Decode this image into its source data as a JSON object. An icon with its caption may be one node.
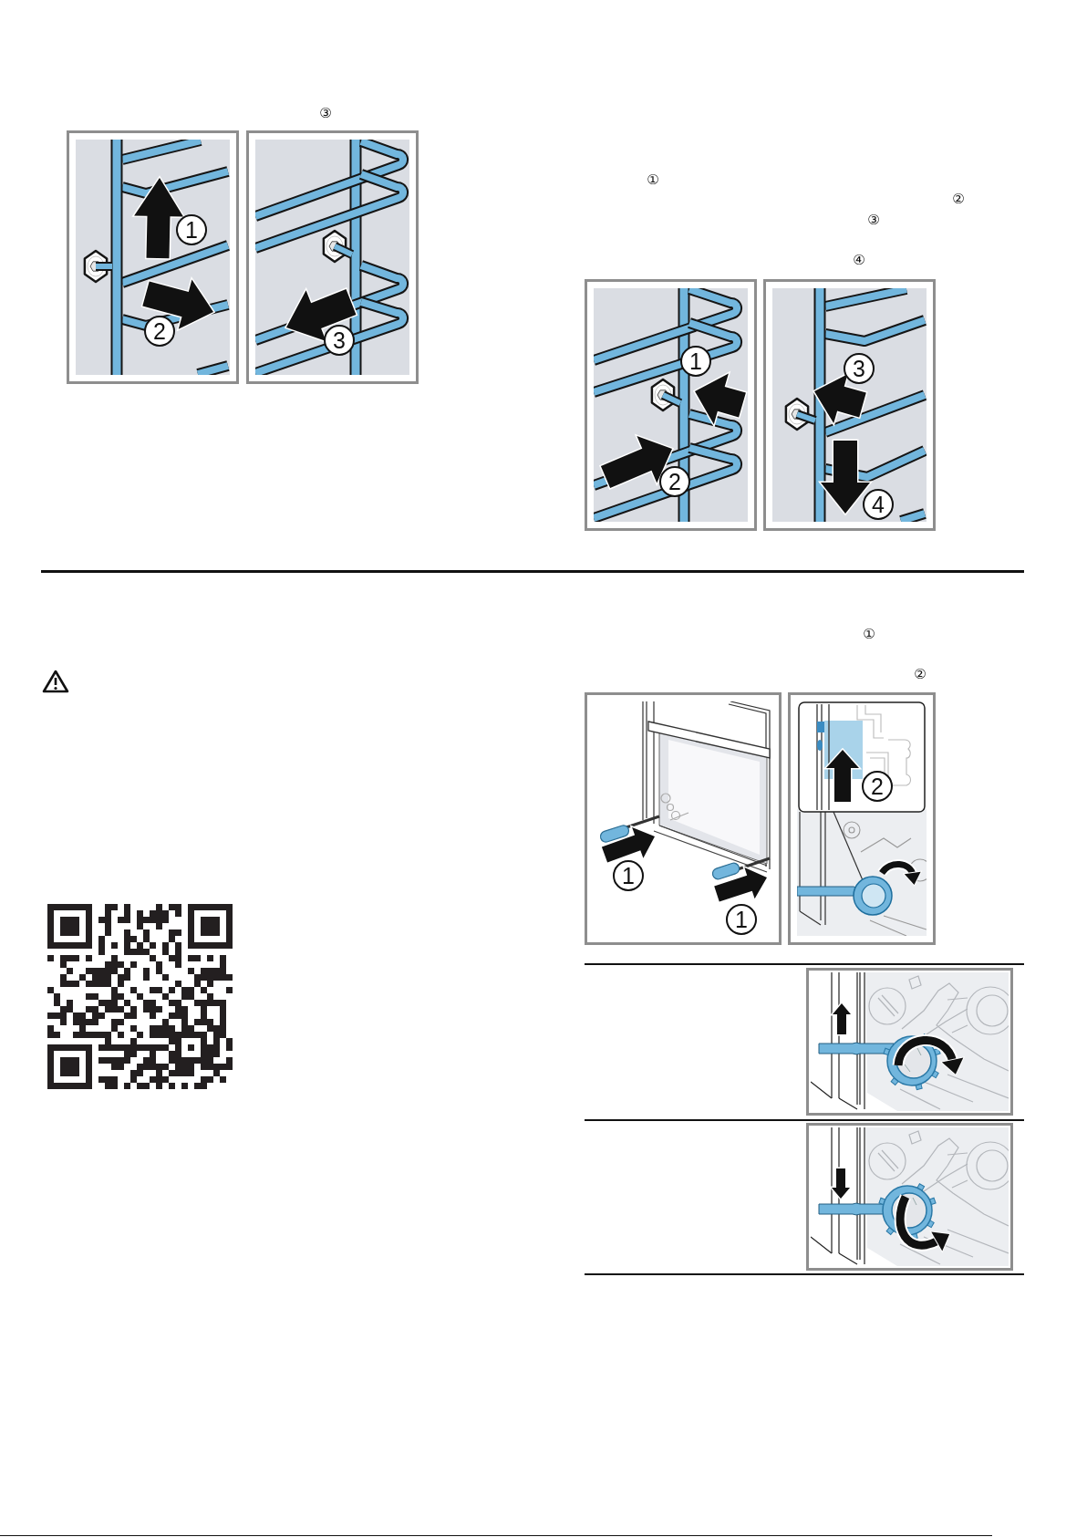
{
  "diagram": {
    "labels": [
      "③",
      "1",
      "2",
      "3",
      "①",
      "②",
      "③",
      "④",
      "1",
      "2",
      "3",
      "4",
      "①",
      "②",
      "1",
      "1",
      "2"
    ]
  }
}
